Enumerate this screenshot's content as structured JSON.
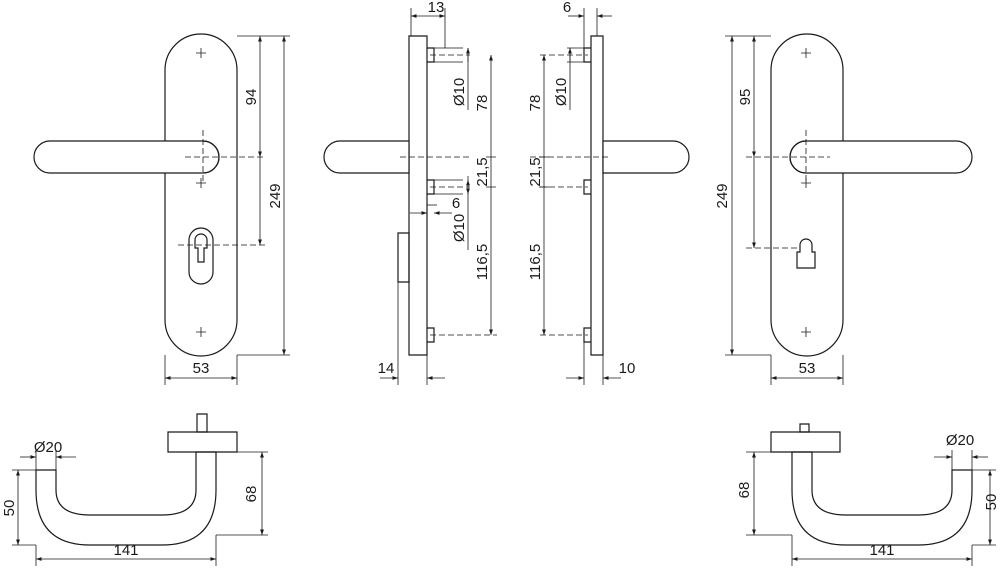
{
  "dimensions": {
    "front_left": {
      "height_upper": "94",
      "height_total": "249",
      "width": "53"
    },
    "side_left": {
      "pin_offset": "13",
      "pin_diameter_top": "Ø10",
      "spacing_top": "78",
      "spacing_mid": "21,5",
      "pin_small": "6",
      "pin_diameter_bottom": "Ø10",
      "spacing_bottom": "116,5",
      "thickness": "14"
    },
    "side_right": {
      "pin_offset": "6",
      "pin_diameter_top": "Ø10",
      "spacing_top": "78",
      "spacing_mid": "21,5",
      "spacing_bottom": "116,5",
      "thickness": "10"
    },
    "front_right": {
      "height_upper": "95",
      "height_total": "249",
      "width": "53"
    },
    "lever_left": {
      "diameter": "Ø20",
      "height": "50",
      "rise": "68",
      "length": "141"
    },
    "lever_right": {
      "diameter": "Ø20",
      "height": "50",
      "rise": "68",
      "length": "141"
    }
  }
}
